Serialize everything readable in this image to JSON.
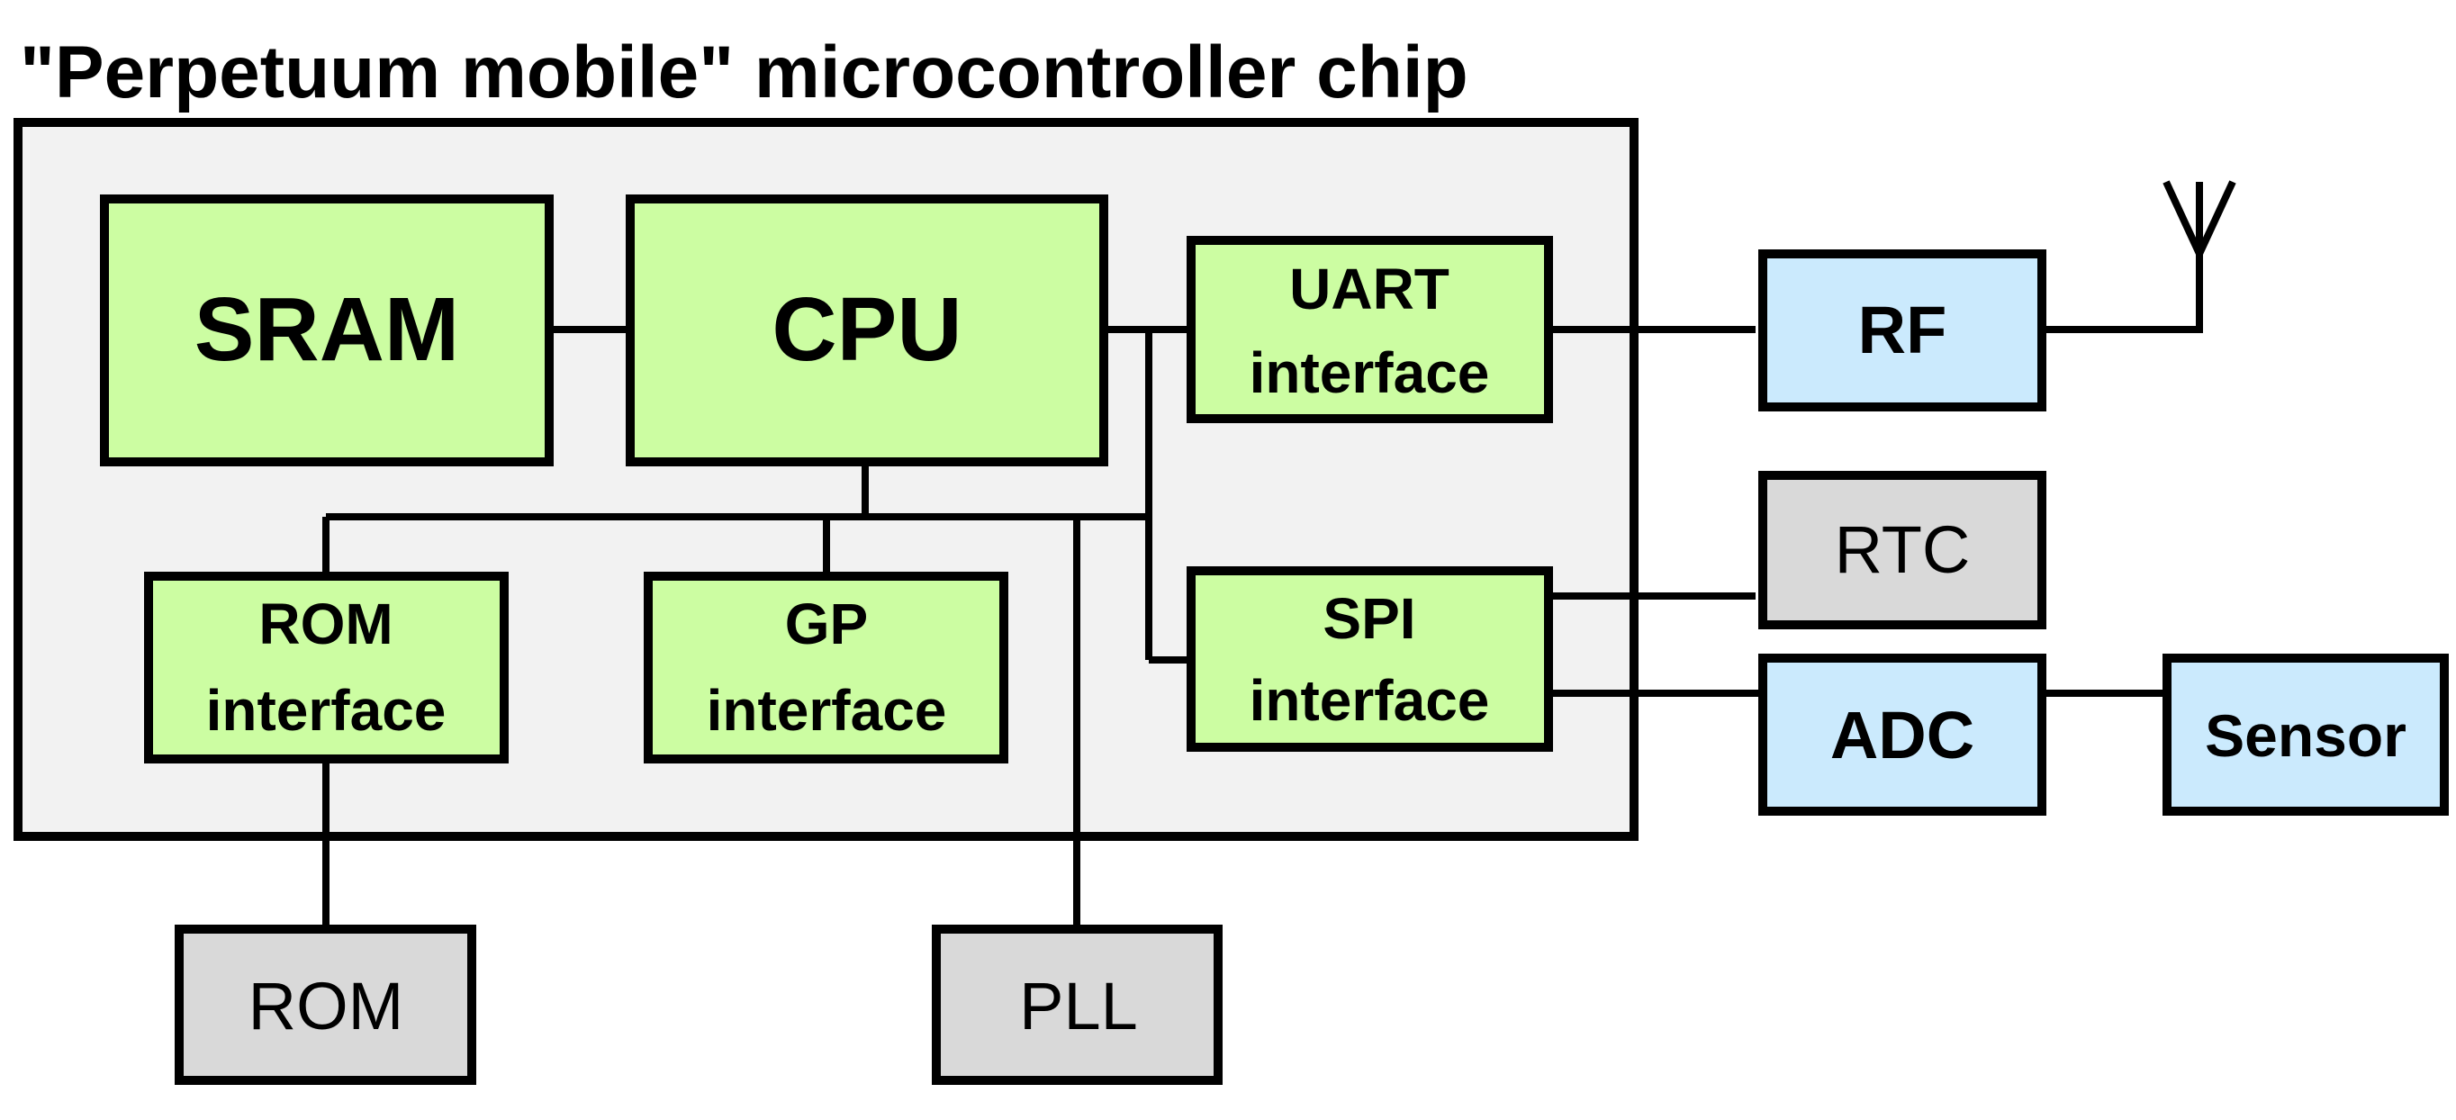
{
  "title": "\"Perpetuum mobile\" microcontroller chip",
  "colors": {
    "chip_background": "#f2f2f2",
    "internal_block": "#ccfda2",
    "rf_analog_block": "#cbeafd",
    "external_block": "#d9d9d9",
    "line": "#000000"
  },
  "blocks": {
    "sram": {
      "label": "SRAM"
    },
    "cpu": {
      "label": "CPU"
    },
    "uart": {
      "label_line1": "UART",
      "label_line2": "interface"
    },
    "spi": {
      "label_line1": "SPI",
      "label_line2": "interface"
    },
    "rom_if": {
      "label_line1": "ROM",
      "label_line2": "interface"
    },
    "gp_if": {
      "label_line1": "GP",
      "label_line2": "interface"
    },
    "rf": {
      "label": "RF"
    },
    "rtc": {
      "label": "RTC"
    },
    "adc": {
      "label": "ADC"
    },
    "sensor": {
      "label": "Sensor"
    },
    "rom": {
      "label": "ROM"
    },
    "pll": {
      "label": "PLL"
    }
  },
  "icons": {
    "antenna": "antenna-icon"
  }
}
